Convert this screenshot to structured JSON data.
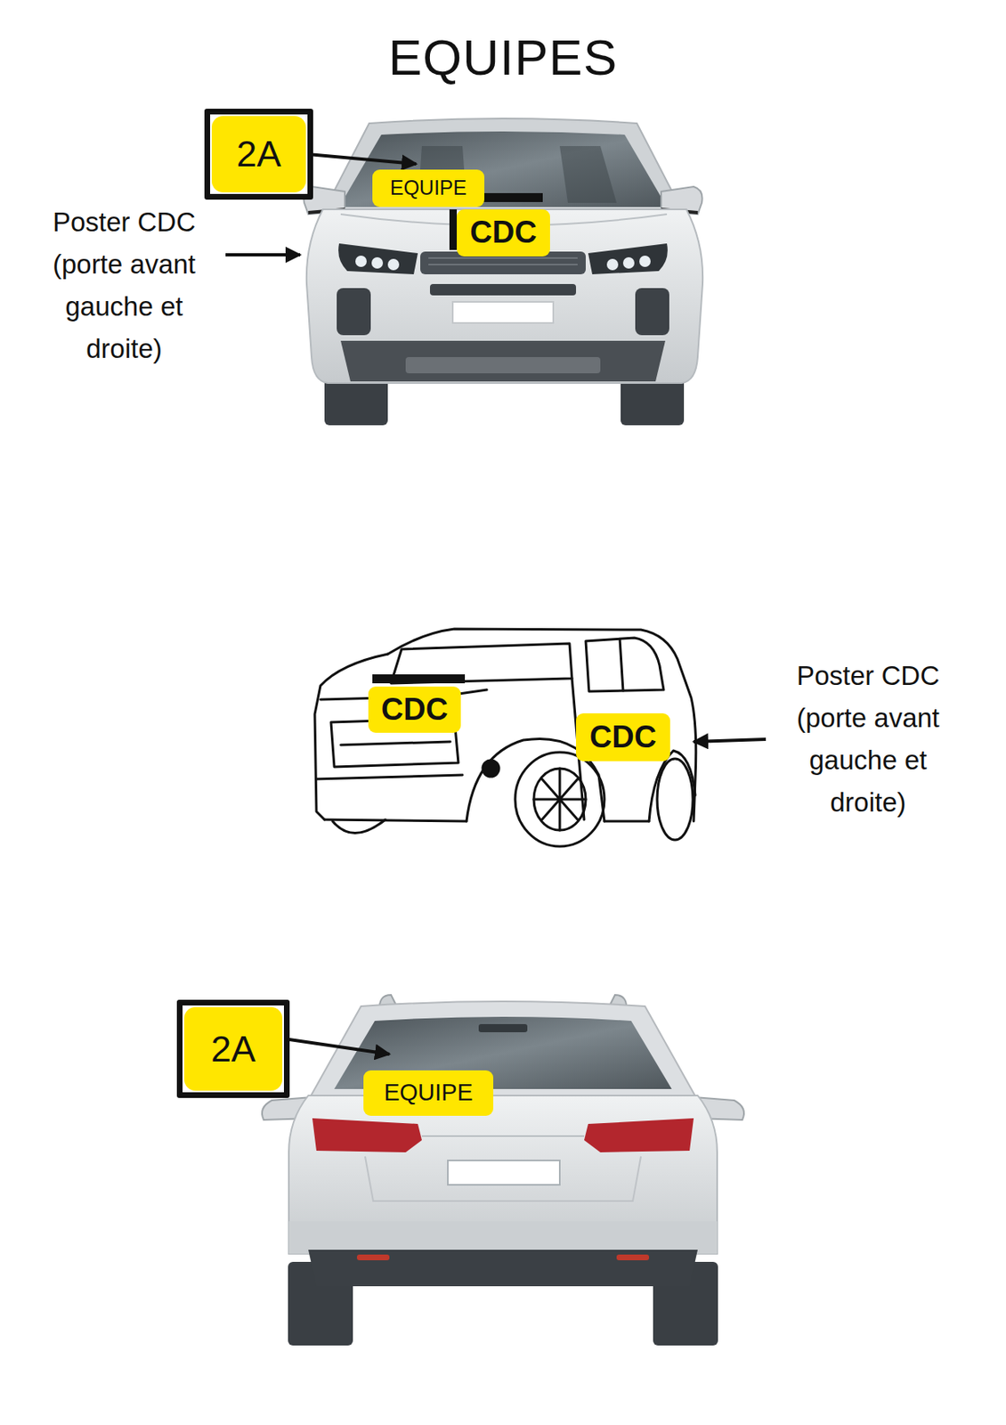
{
  "diagram": {
    "title": "EQUIPES",
    "nodes": [
      {
        "text": [
          "2A"
        ]
      },
      {
        "text": [
          "EQUIPE"
        ]
      },
      {
        "text": [
          "CDC"
        ]
      },
      {
        "text": [
          "CDC"
        ]
      },
      {
        "text": [
          "CDC"
        ]
      },
      {
        "text": [
          "2A"
        ]
      },
      {
        "text": [
          "EQUIPE"
        ]
      }
    ],
    "labels": [
      "Poster CDC (porte avant gauche et droite)",
      "Poster CDC (porte avant gauche et droite)"
    ]
  }
}
